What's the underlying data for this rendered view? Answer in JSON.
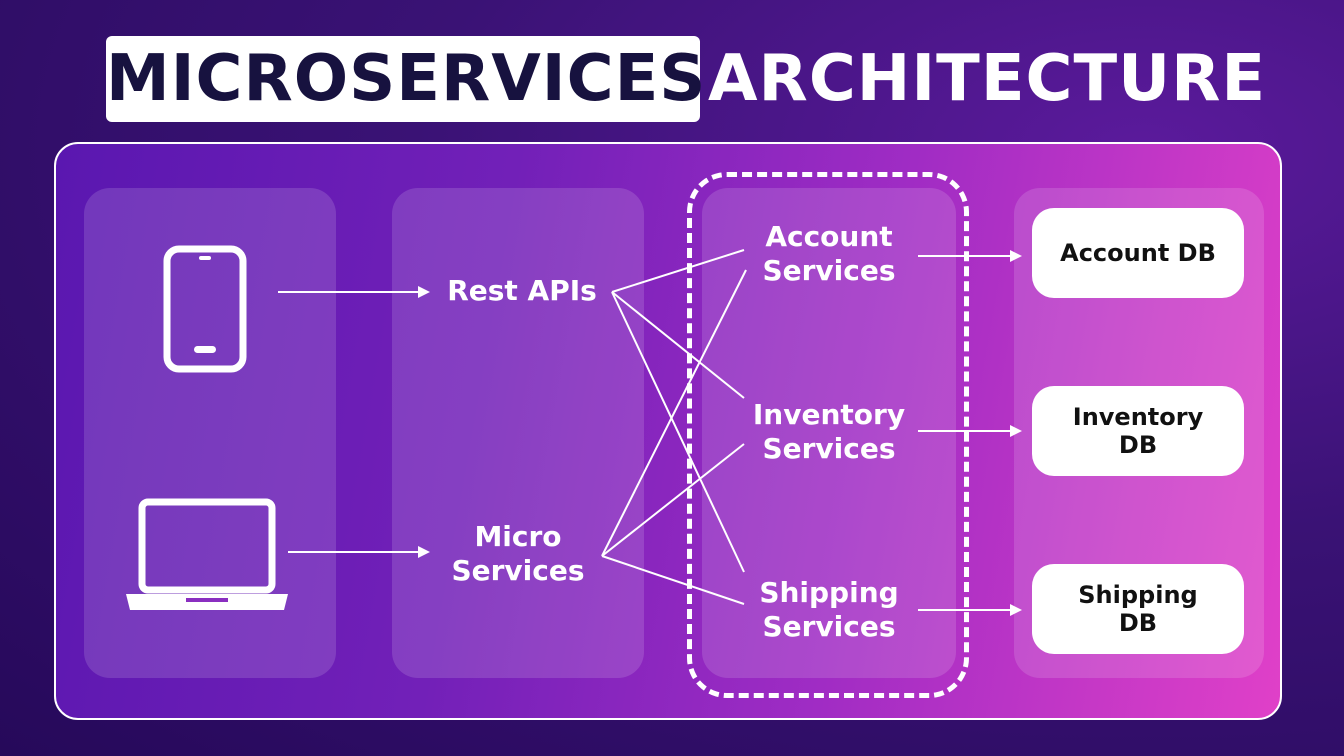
{
  "title": {
    "highlight": "MICROSERVICES",
    "rest": "ARCHITECTURE"
  },
  "clients": {
    "phone_icon": "smartphone-icon",
    "laptop_icon": "laptop-icon"
  },
  "gateway": {
    "rest_apis": "Rest APIs",
    "micro_services_line1": "Micro",
    "micro_services_line2": "Services"
  },
  "services": {
    "account_line1": "Account",
    "account_line2": "Services",
    "inventory_line1": "Inventory",
    "inventory_line2": "Services",
    "shipping_line1": "Shipping",
    "shipping_line2": "Services"
  },
  "databases": {
    "account_line1": "Account DB",
    "inventory_line1": "Inventory",
    "inventory_line2": "DB",
    "shipping_line1": "Shipping",
    "shipping_line2": "DB"
  },
  "colors": {
    "background": "#2b0b62",
    "title_text_dark": "#17123f",
    "accent_pink": "#e040c8",
    "white": "#ffffff"
  }
}
